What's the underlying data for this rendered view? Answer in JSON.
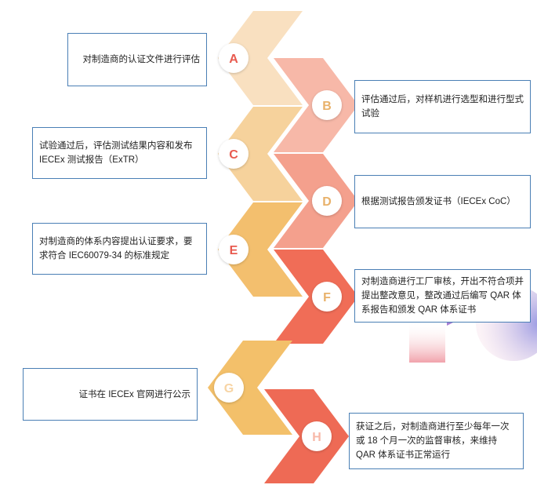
{
  "steps": [
    {
      "letter": "A",
      "text": "对制造商的认证文件进行评估",
      "color": "#f9e0c0",
      "letter_color": "#e85a4f"
    },
    {
      "letter": "B",
      "text": "评估通过后，对样机进行选型和进行型式试验",
      "color": "#f7b8a8",
      "letter_color": "#e8b16a"
    },
    {
      "letter": "C",
      "text": "试验通过后，评估测试结果内容和发布IECEx 测试报告（ExTR）",
      "color": "#f6d29c",
      "letter_color": "#e85a4f"
    },
    {
      "letter": "D",
      "text": "根据测试报告颁发证书（IECEx CoC）",
      "color": "#f4a08d",
      "letter_color": "#e8b16a"
    },
    {
      "letter": "E",
      "text": "对制造商的体系内容提出认证要求，要求符合 IEC60079-34 的标准规定",
      "color": "#f3bf6e",
      "letter_color": "#e85a4f"
    },
    {
      "letter": "F",
      "text": "对制造商进行工厂审核，开出不符合项并提出整改意见，整改通过后编写 QAR 体系报告和颁发 QAR 体系证书",
      "color": "#f06d57",
      "letter_color": "#e8b16a"
    },
    {
      "letter": "G",
      "text": "证书在 IECEx 官网进行公示",
      "color": "#f3c06a",
      "letter_color": "#f7d4a4"
    },
    {
      "letter": "H",
      "text": "获证之后，对制造商进行至少每年一次或 18 个月一次的监督审核，来维持 QAR 体系证书正常运行",
      "color": "#ee6a55",
      "letter_color": "#f7b8a8"
    }
  ]
}
